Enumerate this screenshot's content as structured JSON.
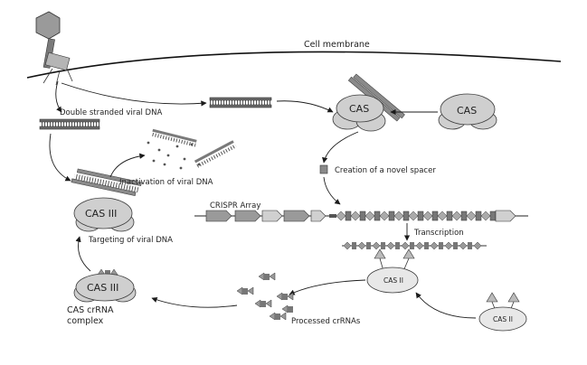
{
  "labels": {
    "cell_membrane": "Cell membrane",
    "double_stranded_viral_dna": "Double stranded viral DNA",
    "inactivation_of_viral_dna": "Inactivation of viral DNA",
    "creation_of_novel_spacer": "Creation of a novel spacer",
    "crispr_array": "CRISPR Array",
    "transcription": "Transcription",
    "targeting_of_viral_dna": "Targeting of viral DNA",
    "cas_crrna_complex_line1": "CAS crRNA",
    "cas_crrna_complex_line2": "complex",
    "processed_crrnas": "Processed crRNAs"
  },
  "proteins": {
    "cas_acquisition": "CAS",
    "cas_free": "CAS",
    "cas_iii_targeting": "CAS III",
    "cas_iii_complex": "CAS III",
    "cas_ii_processing": "CAS II",
    "cas_ii_free": "CAS II"
  },
  "colors": {
    "line": "#1b1b1b",
    "protein_fill": "#cfcfcf",
    "dna_fill": "#6a6a6a",
    "background": "#ffffff"
  }
}
